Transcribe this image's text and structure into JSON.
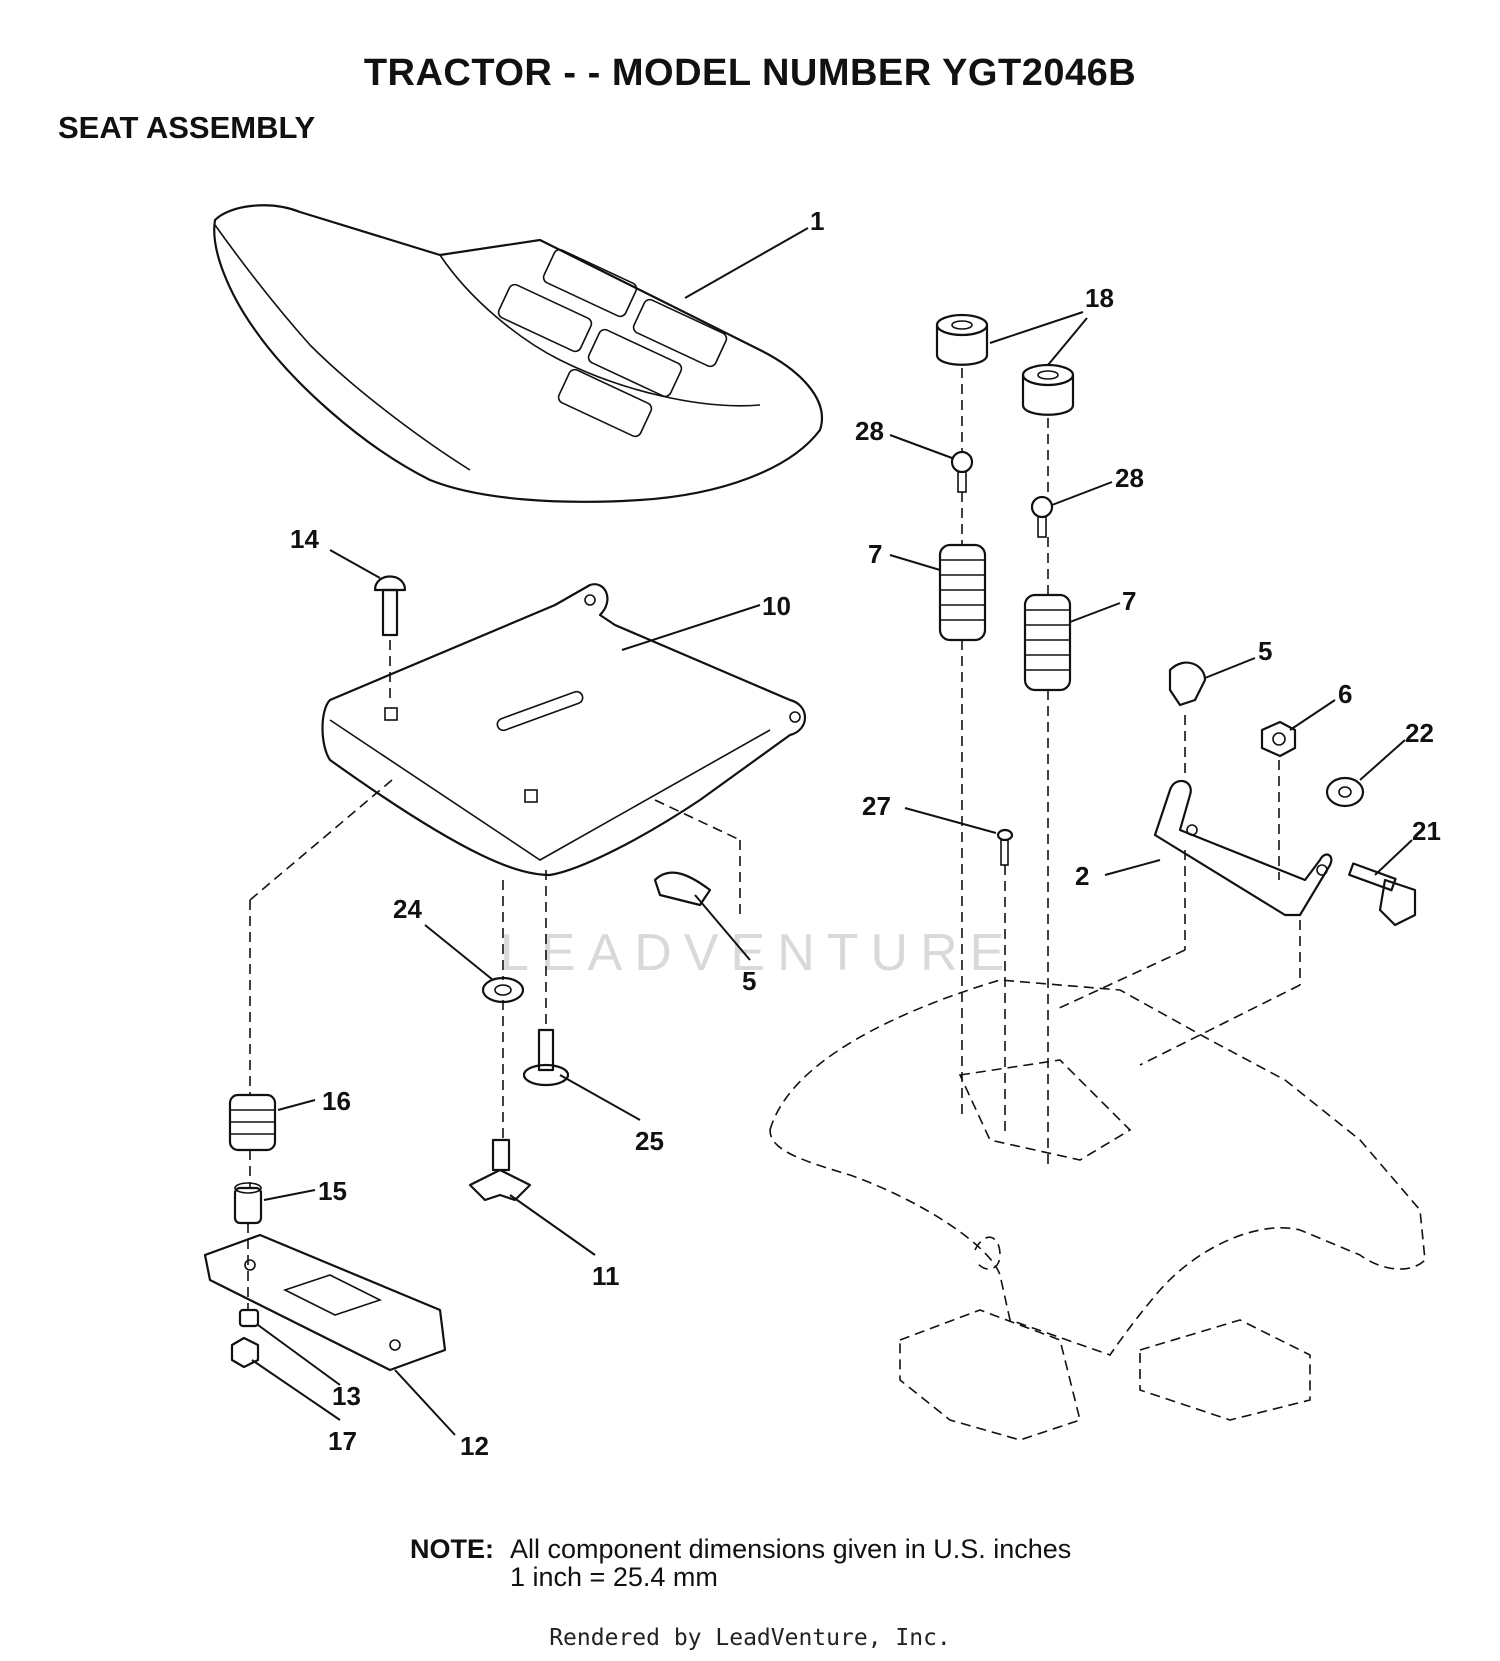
{
  "header": {
    "title": "TRACTOR - - MODEL NUMBER YGT2046B",
    "subtitle": "SEAT ASSEMBLY"
  },
  "callouts": [
    "1",
    "18",
    "28",
    "28",
    "7",
    "7",
    "14",
    "10",
    "5",
    "6",
    "22",
    "27",
    "2",
    "21",
    "24",
    "5",
    "16",
    "25",
    "15",
    "11",
    "13",
    "17",
    "12"
  ],
  "watermark": "LEADVENTURE",
  "note": {
    "label": "NOTE:",
    "line1": "All component dimensions given in U.S. inches",
    "line2": "1 inch = 25.4 mm"
  },
  "footer": "Rendered by LeadVenture, Inc."
}
